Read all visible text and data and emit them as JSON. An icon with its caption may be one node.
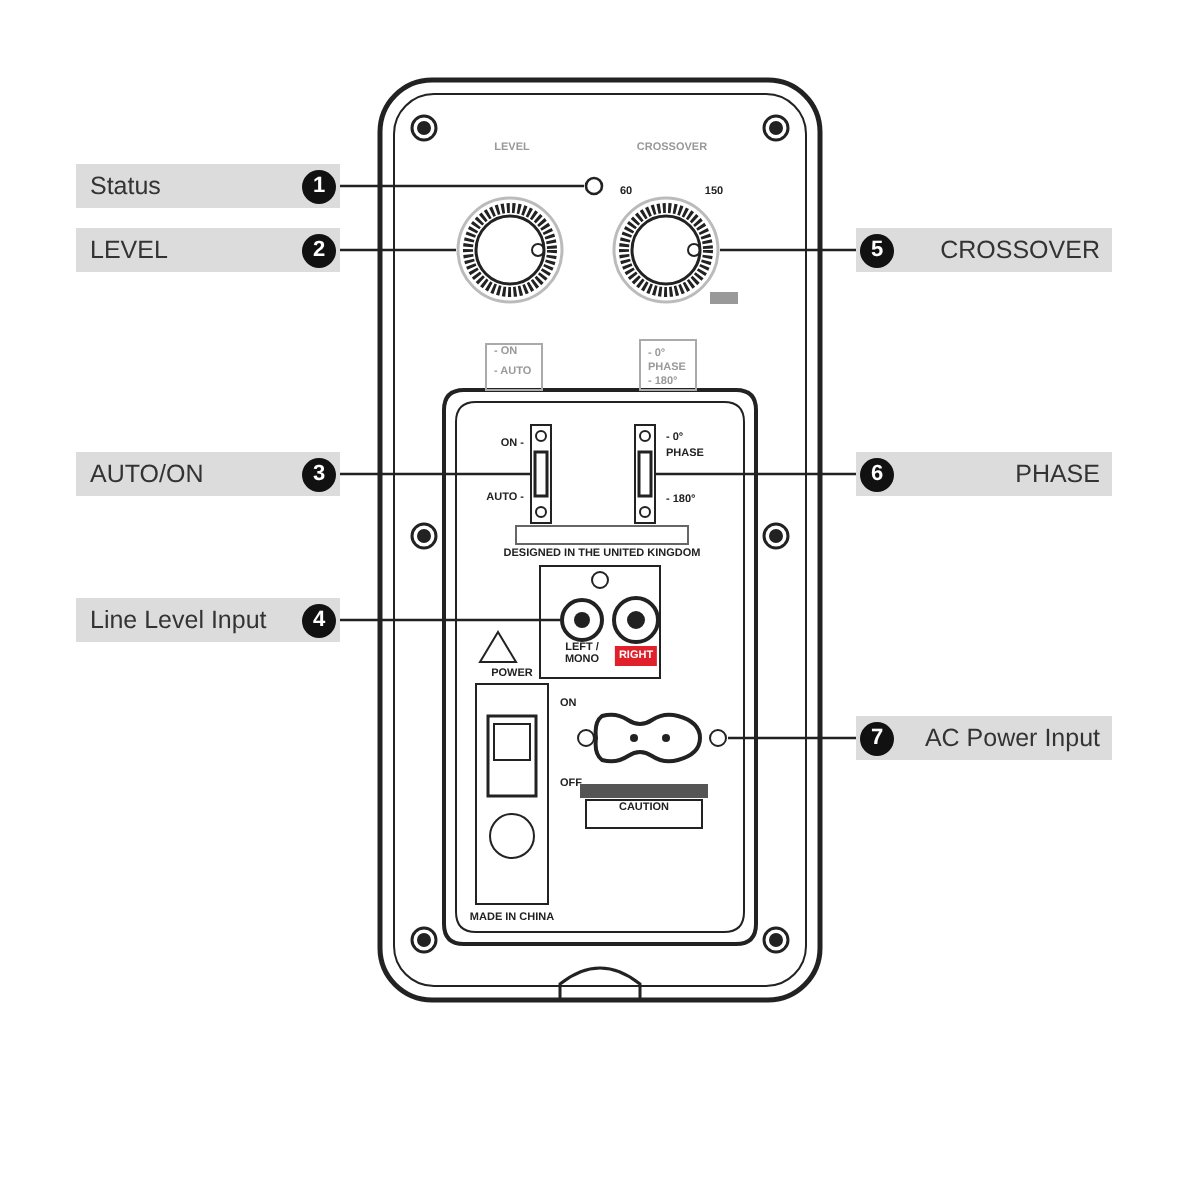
{
  "diagram": {
    "nodes": [
      {
        "text": [
          "Status"
        ]
      },
      {
        "text": [
          "1"
        ],
        "in": 0
      },
      {
        "text": [
          "LEVEL"
        ]
      },
      {
        "text": [
          "2"
        ],
        "in": 2
      },
      {
        "text": [
          "5"
        ],
        "in": 5
      },
      {
        "text": [
          "CROSSOVER"
        ]
      },
      {
        "text": [
          "AUTO/ON"
        ]
      },
      {
        "text": [
          "3"
        ],
        "in": 6
      },
      {
        "text": [
          "6"
        ],
        "in": 9
      },
      {
        "text": [
          "PHASE"
        ]
      },
      {
        "text": [
          "Line Level Input"
        ]
      },
      {
        "text": [
          "4"
        ],
        "in": 10
      },
      {
        "text": [
          "7"
        ],
        "in": 13
      },
      {
        "text": [
          "AC Power Input"
        ]
      },
      {
        "text": [],
        "shape": "circle"
      },
      {
        "text": [],
        "shape": "circle"
      },
      {
        "text": [],
        "shape": "circle"
      },
      {
        "text": [],
        "shape": "box"
      },
      {
        "text": [],
        "shape": "box"
      },
      {
        "text": [],
        "shape": "circle"
      },
      {
        "text": [],
        "shape": "box"
      }
    ],
    "edges": [
      {
        "from": 1,
        "to": 14,
        "arrow": "none"
      },
      {
        "from": 3,
        "to": 15,
        "arrow": "none"
      },
      {
        "from": 4,
        "to": 16,
        "arrow": "none"
      },
      {
        "from": 7,
        "to": 17,
        "arrow": "none"
      },
      {
        "from": 8,
        "to": 18,
        "arrow": "none"
      },
      {
        "from": 11,
        "to": 19,
        "arrow": "none"
      },
      {
        "from": 12,
        "to": 20,
        "arrow": "none"
      }
    ],
    "labels": [
      "LEVEL",
      "CROSSOVER",
      "60",
      "150",
      "- ON",
      "- AUTO",
      "- 0°",
      "PHASE",
      "- 180°",
      "ON -",
      "AUTO -",
      "- 0°",
      "PHASE",
      "- 180°",
      "DESIGNED IN THE UNITED KINGDOM",
      "LEFT / MONO",
      "RIGHT",
      "POWER",
      "ON",
      "OFF",
      "CAUTION",
      "MADE IN CHINA"
    ]
  }
}
